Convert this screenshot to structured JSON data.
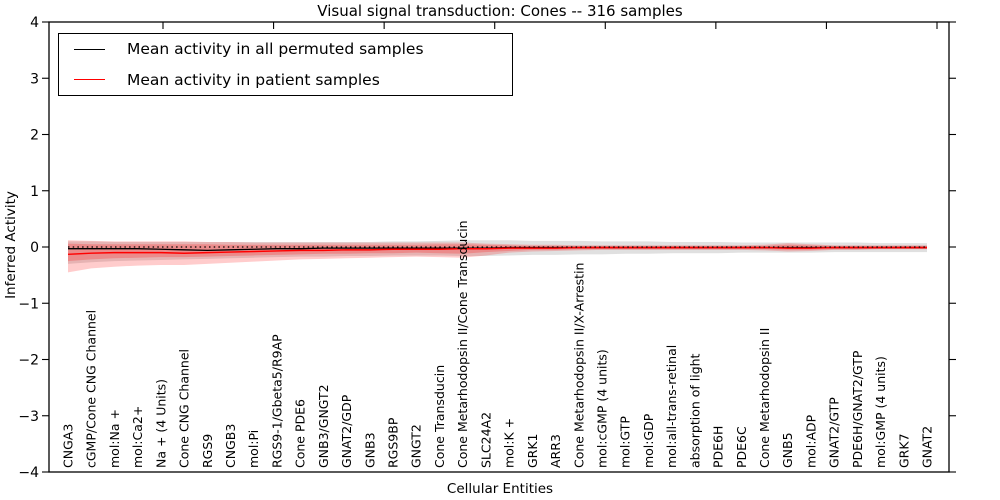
{
  "title": "Visual signal transduction: Cones -- 316 samples",
  "axes": {
    "xlabel": "Cellular Entities",
    "ylabel": "Inferred Activity",
    "ytick_labels": [
      "4",
      "3",
      "2",
      "1",
      "0",
      "−1",
      "−2",
      "−3",
      "−4"
    ],
    "ytick_values": [
      4,
      3,
      2,
      1,
      0,
      -1,
      -2,
      -3,
      -4
    ]
  },
  "legend": {
    "items": [
      {
        "label": "Mean activity in all permuted samples",
        "color": "#000000"
      },
      {
        "label": "Mean activity in patient samples",
        "color": "#ff0000"
      }
    ]
  },
  "chart_data": {
    "type": "line",
    "title": "Visual signal transduction: Cones -- 316 samples",
    "xlabel": "Cellular Entities",
    "ylabel": "Inferred Activity",
    "ylim": [
      -4,
      4
    ],
    "grid": false,
    "legend_position": "upper left",
    "zero_line": {
      "value": 0,
      "style": "dotted",
      "color": "#000000"
    },
    "categories": [
      "CNGA3",
      "cGMP/Cone CNG Channel",
      "mol:Na +",
      "mol:Ca2+",
      "Na + (4 Units)",
      "Cone CNG Channel",
      "RGS9",
      "CNGB3",
      "mol:Pi",
      "RGS9-1/Gbeta5/R9AP",
      "Cone PDE6",
      "GNB3/GNGT2",
      "GNAT2/GDP",
      "GNB3",
      "RGS9BP",
      "GNGT2",
      "Cone Transducin",
      "Cone Metarhodopsin II/Cone Transducin",
      "SLC24A2",
      "mol:K +",
      "GRK1",
      "ARR3",
      "Cone Metarhodopsin II/X-Arrestin",
      "mol:cGMP (4 units)",
      "mol:GTP",
      "mol:GDP",
      "mol:all-trans-retinal",
      "absorption of light",
      "PDE6H",
      "PDE6C",
      "Cone Metarhodopsin II",
      "GNB5",
      "mol:ADP",
      "GNAT2/GTP",
      "PDE6H/GNAT2/GTP",
      "mol:GMP (4 units)",
      "GRK7",
      "GNAT2"
    ],
    "series": [
      {
        "name": "Mean activity in all permuted samples",
        "color": "#000000",
        "values": [
          -0.03,
          -0.03,
          -0.03,
          -0.03,
          -0.04,
          -0.05,
          -0.06,
          -0.05,
          -0.04,
          -0.03,
          -0.03,
          -0.02,
          -0.02,
          -0.02,
          -0.02,
          -0.02,
          -0.02,
          -0.02,
          -0.02,
          -0.01,
          -0.01,
          -0.01,
          -0.01,
          -0.01,
          -0.01,
          -0.01,
          -0.01,
          -0.01,
          -0.01,
          -0.01,
          -0.01,
          -0.01,
          -0.01,
          -0.01,
          -0.01,
          -0.01,
          -0.01,
          -0.01
        ]
      },
      {
        "name": "Mean activity in patient samples",
        "color": "#ff0000",
        "values": [
          -0.13,
          -0.11,
          -0.1,
          -0.1,
          -0.1,
          -0.11,
          -0.1,
          -0.09,
          -0.08,
          -0.07,
          -0.06,
          -0.06,
          -0.05,
          -0.05,
          -0.04,
          -0.04,
          -0.04,
          -0.03,
          -0.03,
          -0.02,
          -0.02,
          -0.02,
          -0.01,
          -0.01,
          -0.01,
          -0.01,
          -0.01,
          -0.01,
          -0.01,
          -0.01,
          -0.01,
          -0.02,
          -0.02,
          -0.01,
          -0.01,
          -0.01,
          -0.01,
          -0.01
        ]
      }
    ],
    "bands": [
      {
        "name": "permuted-sample-range",
        "color": "rgba(0,0,0,0.12)",
        "upper": [
          0.1,
          0.1,
          0.09,
          0.09,
          0.09,
          0.09,
          0.09,
          0.09,
          0.09,
          0.09,
          0.09,
          0.09,
          0.09,
          0.09,
          0.1,
          0.1,
          0.11,
          0.12,
          0.12,
          0.12,
          0.11,
          0.11,
          0.11,
          0.1,
          0.1,
          0.1,
          0.09,
          0.09,
          0.09,
          0.08,
          0.08,
          0.08,
          0.08,
          0.08,
          0.08,
          0.07,
          0.07,
          0.07
        ],
        "lower": [
          -0.3,
          -0.27,
          -0.25,
          -0.24,
          -0.23,
          -0.22,
          -0.21,
          -0.2,
          -0.19,
          -0.18,
          -0.17,
          -0.17,
          -0.16,
          -0.16,
          -0.15,
          -0.15,
          -0.15,
          -0.16,
          -0.16,
          -0.15,
          -0.14,
          -0.14,
          -0.13,
          -0.13,
          -0.12,
          -0.12,
          -0.11,
          -0.11,
          -0.11,
          -0.1,
          -0.1,
          -0.1,
          -0.1,
          -0.09,
          -0.09,
          -0.09,
          -0.09,
          -0.09
        ]
      },
      {
        "name": "patient-sample-range-outer",
        "color": "rgba(255,0,0,0.20)",
        "upper": [
          0.12,
          0.11,
          0.1,
          0.1,
          0.1,
          0.1,
          0.09,
          0.09,
          0.08,
          0.08,
          0.08,
          0.08,
          0.08,
          0.08,
          0.08,
          0.08,
          0.08,
          0.08,
          0.06,
          0.05,
          0.04,
          0.04,
          0.03,
          0.03,
          0.03,
          0.03,
          0.03,
          0.03,
          0.03,
          0.03,
          0.04,
          0.07,
          0.05,
          0.03,
          0.03,
          0.03,
          0.03,
          0.03
        ],
        "lower": [
          -0.45,
          -0.38,
          -0.35,
          -0.33,
          -0.32,
          -0.32,
          -0.3,
          -0.28,
          -0.26,
          -0.24,
          -0.22,
          -0.21,
          -0.2,
          -0.19,
          -0.18,
          -0.17,
          -0.18,
          -0.19,
          -0.15,
          -0.1,
          -0.08,
          -0.07,
          -0.06,
          -0.05,
          -0.05,
          -0.05,
          -0.05,
          -0.05,
          -0.05,
          -0.05,
          -0.06,
          -0.08,
          -0.07,
          -0.05,
          -0.05,
          -0.04,
          -0.04,
          -0.04
        ]
      },
      {
        "name": "patient-sample-range-inner",
        "color": "rgba(255,0,0,0.22)",
        "upper": [
          0.06,
          0.05,
          0.05,
          0.05,
          0.05,
          0.05,
          0.05,
          0.04,
          0.04,
          0.04,
          0.04,
          0.04,
          0.04,
          0.04,
          0.04,
          0.04,
          0.05,
          0.05,
          0.04,
          0.03,
          0.02,
          0.02,
          0.02,
          0.02,
          0.02,
          0.02,
          0.02,
          0.02,
          0.02,
          0.02,
          0.02,
          0.04,
          0.03,
          0.02,
          0.02,
          0.02,
          0.02,
          0.02
        ],
        "lower": [
          -0.25,
          -0.22,
          -0.2,
          -0.19,
          -0.18,
          -0.18,
          -0.17,
          -0.16,
          -0.15,
          -0.14,
          -0.13,
          -0.12,
          -0.12,
          -0.11,
          -0.11,
          -0.1,
          -0.11,
          -0.12,
          -0.09,
          -0.07,
          -0.05,
          -0.05,
          -0.04,
          -0.04,
          -0.04,
          -0.04,
          -0.04,
          -0.04,
          -0.04,
          -0.04,
          -0.04,
          -0.05,
          -0.05,
          -0.04,
          -0.04,
          -0.03,
          -0.03,
          -0.03
        ]
      }
    ]
  }
}
